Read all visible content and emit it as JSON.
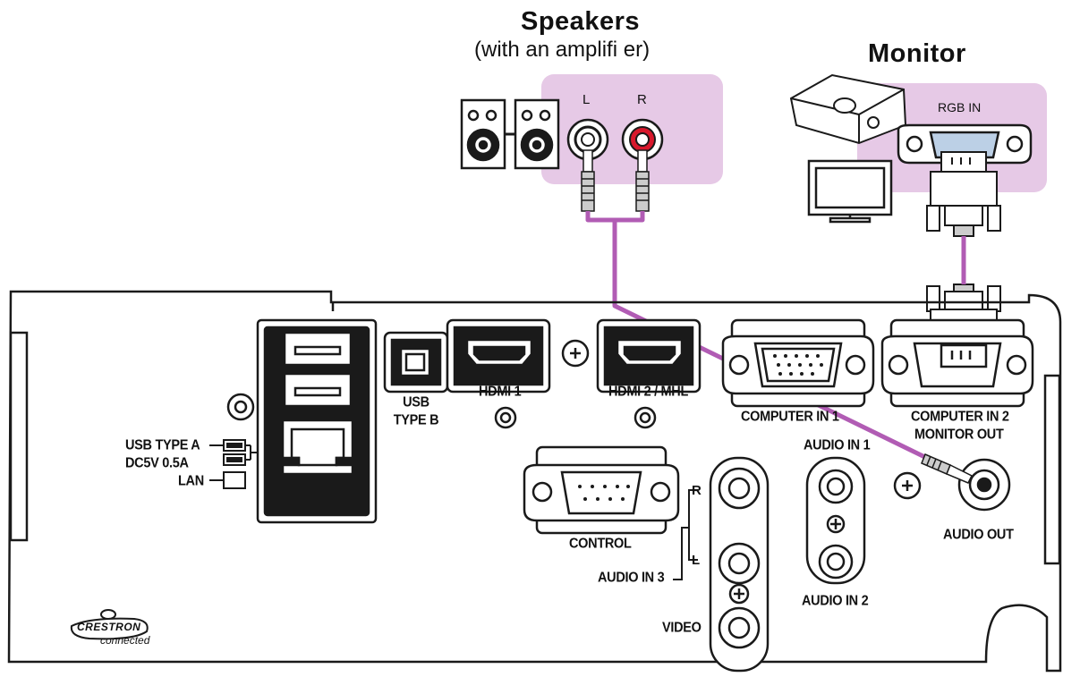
{
  "speakers": {
    "title": "Speakers",
    "subtitle": "(with an amplifi er)",
    "left_label": "L",
    "right_label": "R"
  },
  "monitor": {
    "title": "Monitor",
    "rgb_in_label": "RGB IN"
  },
  "panel": {
    "usb_type_b": "USB TYPE B",
    "usb_type_b_line1": "USB",
    "usb_type_b_line2": "TYPE B",
    "hdmi1": "HDMI 1",
    "hdmi2": "HDMI 2 / MHL",
    "computer_in1": "COMPUTER IN 1",
    "computer_in2_line1": "COMPUTER IN 2",
    "computer_in2_line2": "MONITOR OUT",
    "usb_type_a": "USB TYPE A",
    "dc5v": "DC5V 0.5A",
    "lan": "LAN",
    "audio_in1": "AUDIO IN 1",
    "audio_in2": "AUDIO IN 2",
    "audio_in3": "AUDIO IN 3",
    "audio_in3_r": "R",
    "audio_in3_l": "L",
    "audio_out": "AUDIO OUT",
    "control": "CONTROL",
    "video": "VIDEO",
    "brand_line1": "CRESTRON",
    "brand_line2": "connected"
  },
  "colors": {
    "highlight": "#e6c9e6",
    "cable": "#b15cb4",
    "rca_red": "#d8182c",
    "outline": "#1a1a1a"
  }
}
